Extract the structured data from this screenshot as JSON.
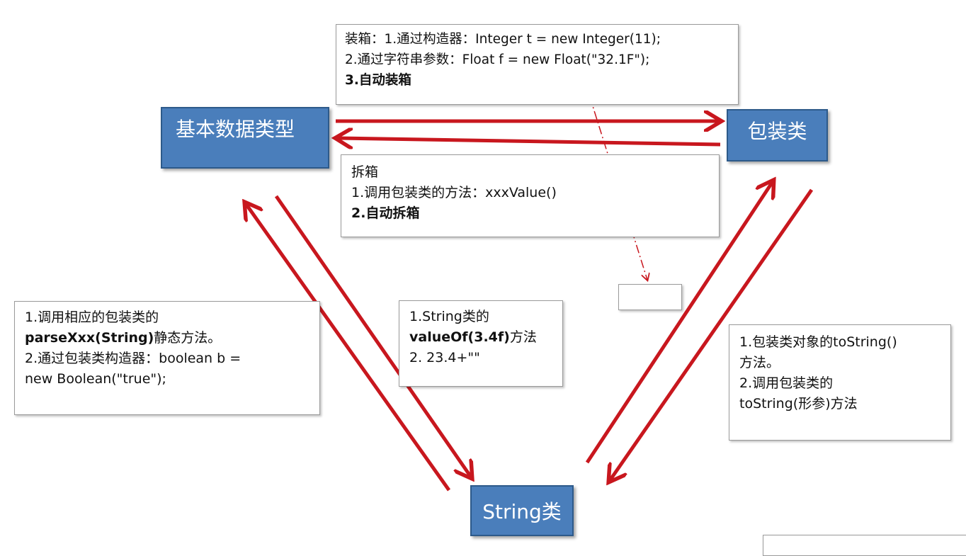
{
  "nodes": {
    "primitive": "基本数据类型",
    "wrapper": "包装类",
    "string": "String类"
  },
  "boxing_note": {
    "line1": "装箱：1.通过构造器：Integer t = new Integer(11);",
    "line2": "2.通过字符串参数：Float f = new Float(\"32.1F\");",
    "line3": "3.自动装箱"
  },
  "unboxing_note": {
    "line1": "拆箱",
    "line2": "1.调用包装类的方法：xxxValue()",
    "line3": "2.自动拆箱"
  },
  "parse_note": {
    "line1": "1.调用相应的包装类的",
    "line2_bold": "parseXxx(String)",
    "line2_rest": "静态方法。",
    "line3": "2.通过包装类构造器：boolean b =",
    "line4": "new Boolean(\"true\");"
  },
  "valueof_note": {
    "line1": "1.String类的",
    "line2_bold": "valueOf(3.4f)",
    "line2_rest": "方法",
    "line3": "2. 23.4+\"\""
  },
  "tostring_note": {
    "line1": "1.包装类对象的toString()",
    "line2": "方法。",
    "line3": "2.调用包装类的",
    "line4": "toString(形参)方法"
  },
  "colors": {
    "arrow": "#c8171e",
    "box_fill": "#4a7ebb",
    "box_border": "#2d5a8a"
  }
}
